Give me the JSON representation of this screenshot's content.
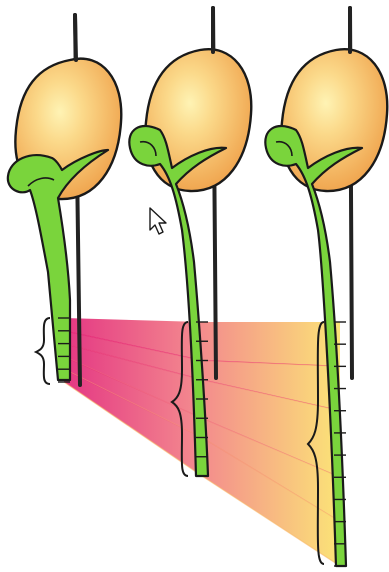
{
  "diagram": {
    "kind": "seedling-root-growth-series",
    "stage_count": 3,
    "marked_segment_counts": [
      5,
      8,
      11
    ],
    "colors": {
      "background": "#ffffff",
      "seed_fill": "#f2b15c",
      "seed_highlight": "#fde79a",
      "seedling_green": "#7ad43c",
      "outline": "#1a1a1a",
      "pin": "#222222",
      "band_start": "#e0186e",
      "band_end": "#fbe35e",
      "bracket": "#1a1a1a"
    }
  },
  "cursor": {
    "icon": "arrow-cursor-icon"
  }
}
